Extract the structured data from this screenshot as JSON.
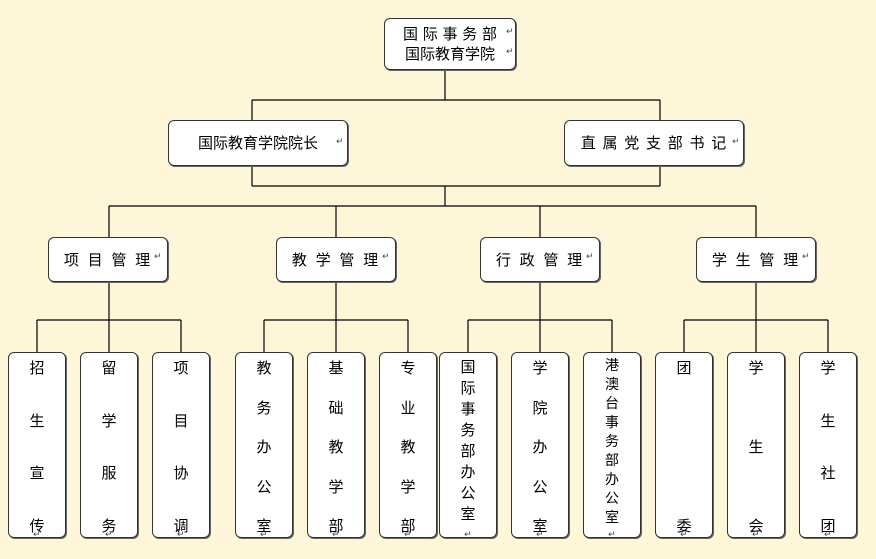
{
  "root": {
    "lines": [
      "国 际 事 务 部",
      "国际教育学院"
    ]
  },
  "level2": [
    {
      "label": "国际教育学院院长"
    },
    {
      "label": "直 属 党 支 部 书 记"
    }
  ],
  "groups": [
    {
      "label": "项 目 管 理",
      "children": [
        {
          "chars": [
            "招",
            "生",
            "宣",
            "传"
          ]
        },
        {
          "chars": [
            "留",
            "学",
            "服",
            "务"
          ]
        },
        {
          "chars": [
            "项",
            "目",
            "协",
            "调"
          ]
        }
      ]
    },
    {
      "label": "教 学 管 理",
      "children": [
        {
          "chars": [
            "教",
            "务",
            "办",
            "公",
            "室"
          ]
        },
        {
          "chars": [
            "基",
            "础",
            "教",
            "学",
            "部"
          ]
        },
        {
          "chars": [
            "专",
            "业",
            "教",
            "学",
            "部"
          ]
        }
      ]
    },
    {
      "label": "行 政 管 理",
      "children": [
        {
          "chars": [
            "国",
            "际",
            "事",
            "务",
            "部",
            "办",
            "公",
            "室"
          ]
        },
        {
          "chars": [
            "学",
            "院",
            "办",
            "公",
            "室"
          ]
        },
        {
          "chars": [
            "港",
            "澳",
            "台",
            "事",
            "务",
            "部",
            "办",
            "公",
            "室"
          ]
        }
      ]
    },
    {
      "label": "学 生 管 理",
      "children": [
        {
          "chars": [
            "团",
            "委"
          ]
        },
        {
          "chars": [
            "学",
            "生",
            "会"
          ]
        },
        {
          "chars": [
            "学",
            "生",
            "社",
            "团"
          ]
        }
      ]
    }
  ],
  "colors": {
    "background": "#fdf6d9",
    "box_fill": "#ffffff",
    "border": "#333333",
    "line": "#000000"
  },
  "paragraph_mark": "↵"
}
